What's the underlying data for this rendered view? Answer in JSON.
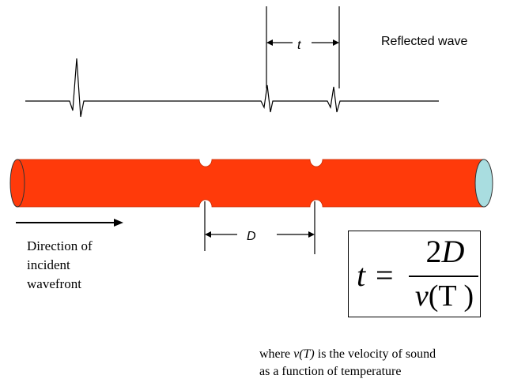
{
  "labels": {
    "reflected_wave": "Reflected wave",
    "time_interval": "t",
    "distance": "D",
    "direction_line1": "Direction of",
    "direction_line2": "incident",
    "direction_line3": "wavefront"
  },
  "formula": {
    "lhs": "t",
    "equals": "=",
    "numerator_coef": "2",
    "numerator_var": "D",
    "denominator_func": "v",
    "denominator_arg": "(T )"
  },
  "note": {
    "prefix": "where ",
    "symbol": "v(T)",
    "suffix": " is the velocity of sound",
    "line2": "as a function of temperature"
  },
  "colors": {
    "pipe": "#ff3a0a",
    "pipe_end": "#a9dde0",
    "line": "#000000"
  }
}
